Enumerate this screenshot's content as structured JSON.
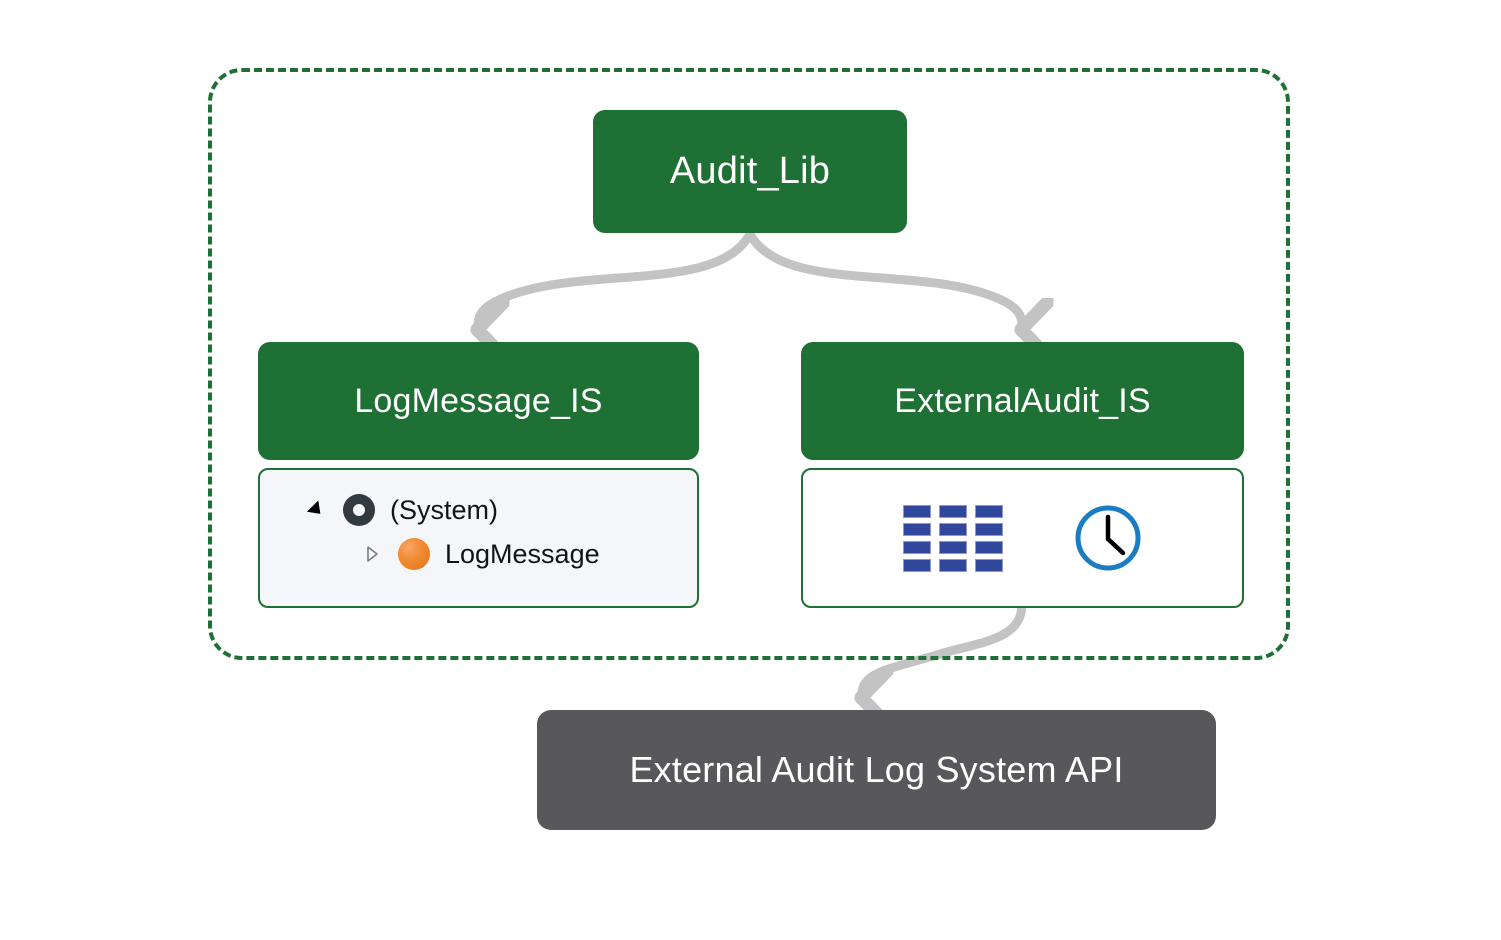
{
  "diagram": {
    "title": "Audit_Lib component diagram",
    "boundary": {
      "name": "audit-lib-boundary",
      "style": "dashed",
      "color": "#1E7034"
    },
    "colors": {
      "component_green": "#1E7034",
      "external_gray": "#58585A",
      "connector_gray": "#C3C3C3",
      "panel_light": "#F4F6F9",
      "grid_icon_blue": "#31479B",
      "clock_icon_blue": "#1A7DC4",
      "sphere_orange": "#F0892F",
      "donut_dark": "#323A40"
    },
    "nodes": {
      "audit_lib": {
        "label": "Audit_Lib"
      },
      "log_message_is": {
        "label": "LogMessage_IS",
        "tree": [
          {
            "label": "(System)",
            "icon": "namespace-donut-icon",
            "twisty": "expanded",
            "level": 0
          },
          {
            "label": "LogMessage",
            "icon": "class-sphere-icon",
            "twisty": "collapsed",
            "level": 1
          }
        ]
      },
      "external_audit_is": {
        "label": "ExternalAudit_IS",
        "icons": [
          {
            "name": "grid-icon",
            "rows": 4,
            "cols": 3
          },
          {
            "name": "clock-icon",
            "hands": [
              "12",
              "4"
            ]
          }
        ]
      },
      "external_api": {
        "label": "External Audit Log System API"
      }
    },
    "connectors": [
      {
        "name": "audit-lib-to-log-message",
        "from": "audit_lib",
        "to": "log_message_is",
        "style": "curved-arrow"
      },
      {
        "name": "audit-lib-to-external-audit",
        "from": "audit_lib",
        "to": "external_audit_is",
        "style": "curved-arrow"
      },
      {
        "name": "external-audit-to-external-api",
        "from": "external_audit_is",
        "to": "external_api",
        "style": "curved-arrow"
      }
    ]
  }
}
